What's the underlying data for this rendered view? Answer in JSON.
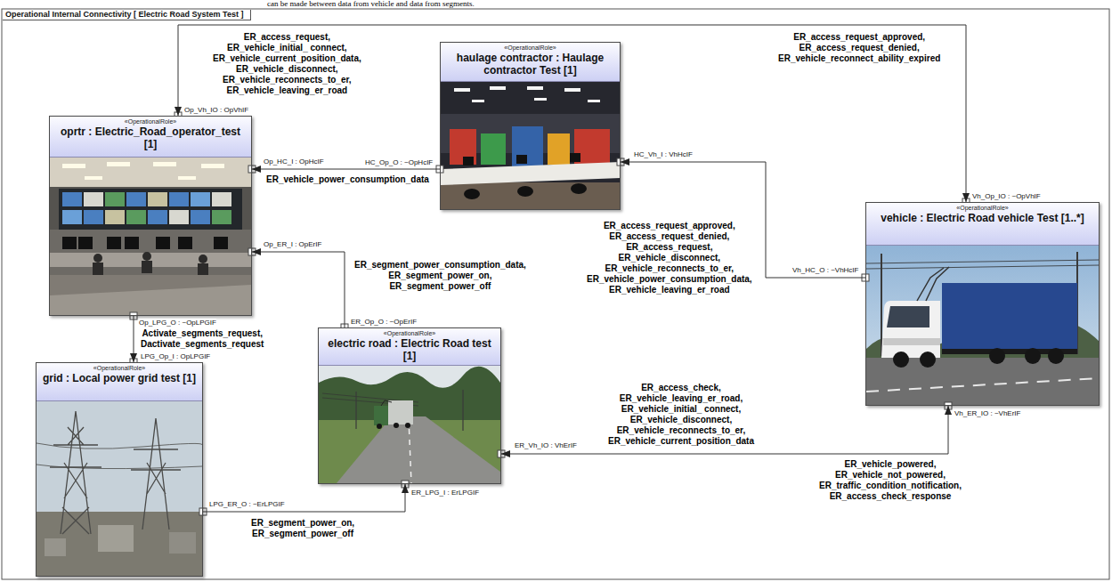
{
  "diagram": {
    "title": "Operational Internal Connectivity [ Electric Road System Test ]",
    "nodes": [
      {
        "text": [
          "«OperationalRole»",
          "oprtr : Electric_Road_operator_test [1]"
        ]
      },
      {
        "text": [
          "«OperationalRole»",
          "haulage contractor : Haulage contractor Test [1]"
        ]
      },
      {
        "text": [
          "«OperationalRole»",
          "vehicle : Electric Road vehicle Test [1..*]"
        ]
      },
      {
        "text": [
          "«OperationalRole»",
          "electric road : Electric Road test [1]"
        ]
      },
      {
        "text": [
          "«OperationalRole»",
          "grid : Local power grid test [1]"
        ]
      }
    ],
    "edges": [
      {
        "from": 0,
        "to": 2,
        "arrow": "both",
        "label": "ER_access_request, ER_vehicle_initial_ connect, ER_vehicle_current_position_data, ER_vehicle_disconnect, ER_vehicle_reconnects_to_er, ER_vehicle_leaving_er_road"
      },
      {
        "from": 1,
        "to": 0,
        "arrow": "to",
        "label": "ER_vehicle_power_consumption_data"
      },
      {
        "from": 3,
        "to": 0,
        "arrow": "to",
        "label": "ER_segment_power_consumption_data, ER_segment_power_on, ER_segment_power_off"
      },
      {
        "from": 0,
        "to": 4,
        "arrow": "to",
        "label": "Activate_segments_request, Dactivate_segments_request"
      },
      {
        "from": 4,
        "to": 3,
        "arrow": "to",
        "label": "ER_segment_power_on, ER_segment_power_off"
      },
      {
        "from": 2,
        "to": 1,
        "arrow": "to",
        "label": "ER_access_request_approved, ER_access_request_denied, ER_access_request, ER_vehicle_disconnect, ER_vehicle_reconnects_to_er, ER_vehicle_power_consumption_data, ER_vehicle_leaving_er_road"
      },
      {
        "from": 3,
        "to": 2,
        "arrow": "both",
        "label": "ER_access_check, ER_vehicle_leaving_er_road, ER_vehicle_initial_ connect, ER_vehicle_disconnect, ER_vehicle_reconnects_to_er, ER_vehicle_current_position_data"
      }
    ],
    "labels": [
      "can be made between data from vehicle and data from segments.",
      "ER_access_request_approved, ER_access_request_denied, ER_vehicle_reconnect_ability_expired",
      "ER_vehicle_powered, ER_vehicle_not_powered, ER_traffic_condition_notification, ER_access_check_response",
      "Op_Vh_IO : OpVhIF",
      "Op_HC_I : OpHcIF",
      "Op_ER_I : OpErIF",
      "Op_LPG_O : ~OpLPGIF",
      "HC_Op_O : ~OpHcIF",
      "HC_Vh_I : VhHcIF",
      "Vh_Op_IO : ~OpVhIF",
      "Vh_HC_O : ~VhHcIF",
      "Vh_ER_IO : ~VhErIF",
      "ER_Op_O : ~OpErIF",
      "ER_Vh_IO : VhErIF",
      "ER_LPG_I : ErLPGIF",
      "LPG_Op_I : OpLPGIF",
      "LPG_ER_O : ~ErLPGIF"
    ]
  }
}
